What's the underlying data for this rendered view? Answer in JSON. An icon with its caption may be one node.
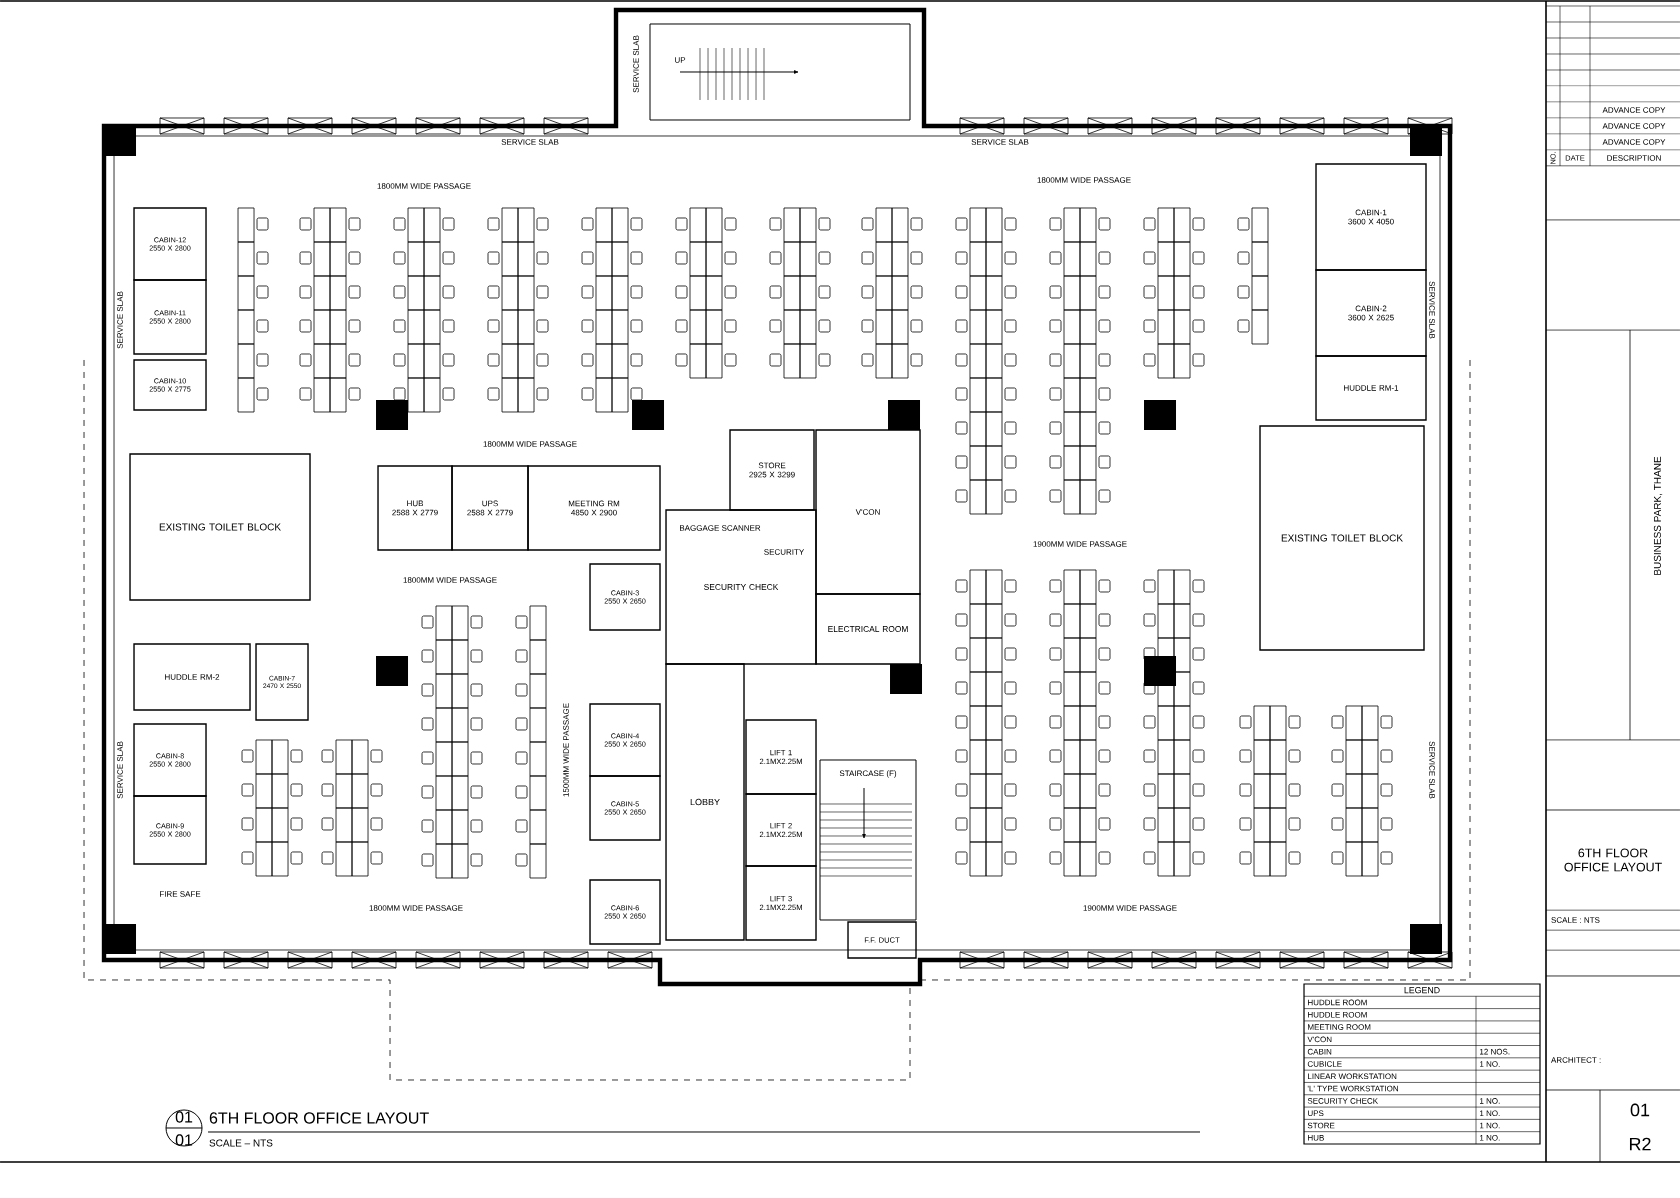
{
  "diagram": {
    "title": "6TH FLOOR OFFICE LAYOUT",
    "nodes": [
      {
        "text": [
          "CABIN-12",
          "2550 X 2800"
        ]
      },
      {
        "text": [
          "CABIN-11",
          "2550 X 2800"
        ]
      },
      {
        "text": [
          "CABIN-10",
          "2550 X 2775"
        ]
      },
      {
        "text": [
          "EXISTING TOILET BLOCK"
        ]
      },
      {
        "text": [
          "HUB",
          "2588 X 2779"
        ]
      },
      {
        "text": [
          "UPS",
          "2588 X 2779"
        ]
      },
      {
        "text": [
          "MEETING RM",
          "4850 X 2900"
        ]
      },
      {
        "text": [
          "STORE",
          "2925 X 3299"
        ]
      },
      {
        "text": [
          "V'CON"
        ]
      },
      {
        "text": [
          "SECURITY CHECK"
        ]
      },
      {
        "text": [
          "ELECTRICAL ROOM"
        ]
      },
      {
        "text": [
          "HUDDLE RM-2"
        ]
      },
      {
        "text": [
          "CABIN-7",
          "2470 X 2550"
        ]
      },
      {
        "text": [
          "CABIN-8",
          "2550 X 2800"
        ]
      },
      {
        "text": [
          "CABIN-9",
          "2550 X 2800"
        ]
      },
      {
        "text": [
          "CABIN-3",
          "2550 X 2650"
        ]
      },
      {
        "text": [
          "CABIN-4",
          "2550 X 2650"
        ]
      },
      {
        "text": [
          "CABIN-5",
          "2550 X 2650"
        ]
      },
      {
        "text": [
          "CABIN-6",
          "2550 X 2650"
        ]
      },
      {
        "text": [
          "LOBBY"
        ]
      },
      {
        "text": [
          "LIFT 1",
          "2.1MX2.25M"
        ]
      },
      {
        "text": [
          "LIFT 2",
          "2.1MX2.25M"
        ]
      },
      {
        "text": [
          "LIFT 3",
          "2.1MX2.25M"
        ]
      },
      {
        "text": [
          "F.F. DUCT"
        ]
      },
      {
        "text": [
          "CABIN-1",
          "3600 X 4050"
        ]
      },
      {
        "text": [
          "CABIN-2",
          "3600 X 2625"
        ]
      },
      {
        "text": [
          "HUDDLE RM-1"
        ]
      },
      {
        "text": [
          "EXISTING TOILET BLOCK"
        ]
      }
    ],
    "labels": [
      "SERVICE SLAB",
      "UP",
      "SERVICE SLAB",
      "SERVICE SLAB",
      "1800MM WIDE PASSAGE",
      "1800MM WIDE PASSAGE",
      "SERVICE SLAB",
      "1800MM WIDE PASSAGE",
      "1800MM WIDE PASSAGE",
      "1900MM WIDE PASSAGE",
      "SERVICE SLAB",
      "BAGGAGE SCANNER",
      "SECURITY",
      "1500MM WIDE PASSAGE",
      "STAIRCASE (F)",
      "SERVICE SLAB",
      "SERVICE SLAB",
      "FIRE SAFE",
      "1800MM WIDE PASSAGE",
      "1900MM WIDE PASSAGE",
      "01",
      "01",
      "SCALE – NTS",
      "LEGEND",
      "HUDDLE ROOM",
      "HUDDLE ROOM",
      "MEETING ROOM",
      "V'CON",
      "CABIN",
      "12 NOS.",
      "CUBICLE",
      "1 NO.",
      "LINEAR WORKSTATION",
      "'L' TYPE WORKSTATION",
      "SECURITY CHECK",
      "1 NO.",
      "UPS",
      "1 NO.",
      "STORE",
      "1 NO.",
      "HUB",
      "1 NO.",
      "ADVANCE COPY",
      "ADVANCE COPY",
      "ADVANCE COPY",
      "NO.",
      "DATE",
      "DESCRIPTION",
      "BUSINESS PARK, THANE",
      "6TH FLOOR OFFICE LAYOUT",
      "SCALE : NTS",
      "ARCHITECT :",
      "01",
      "R2"
    ]
  }
}
